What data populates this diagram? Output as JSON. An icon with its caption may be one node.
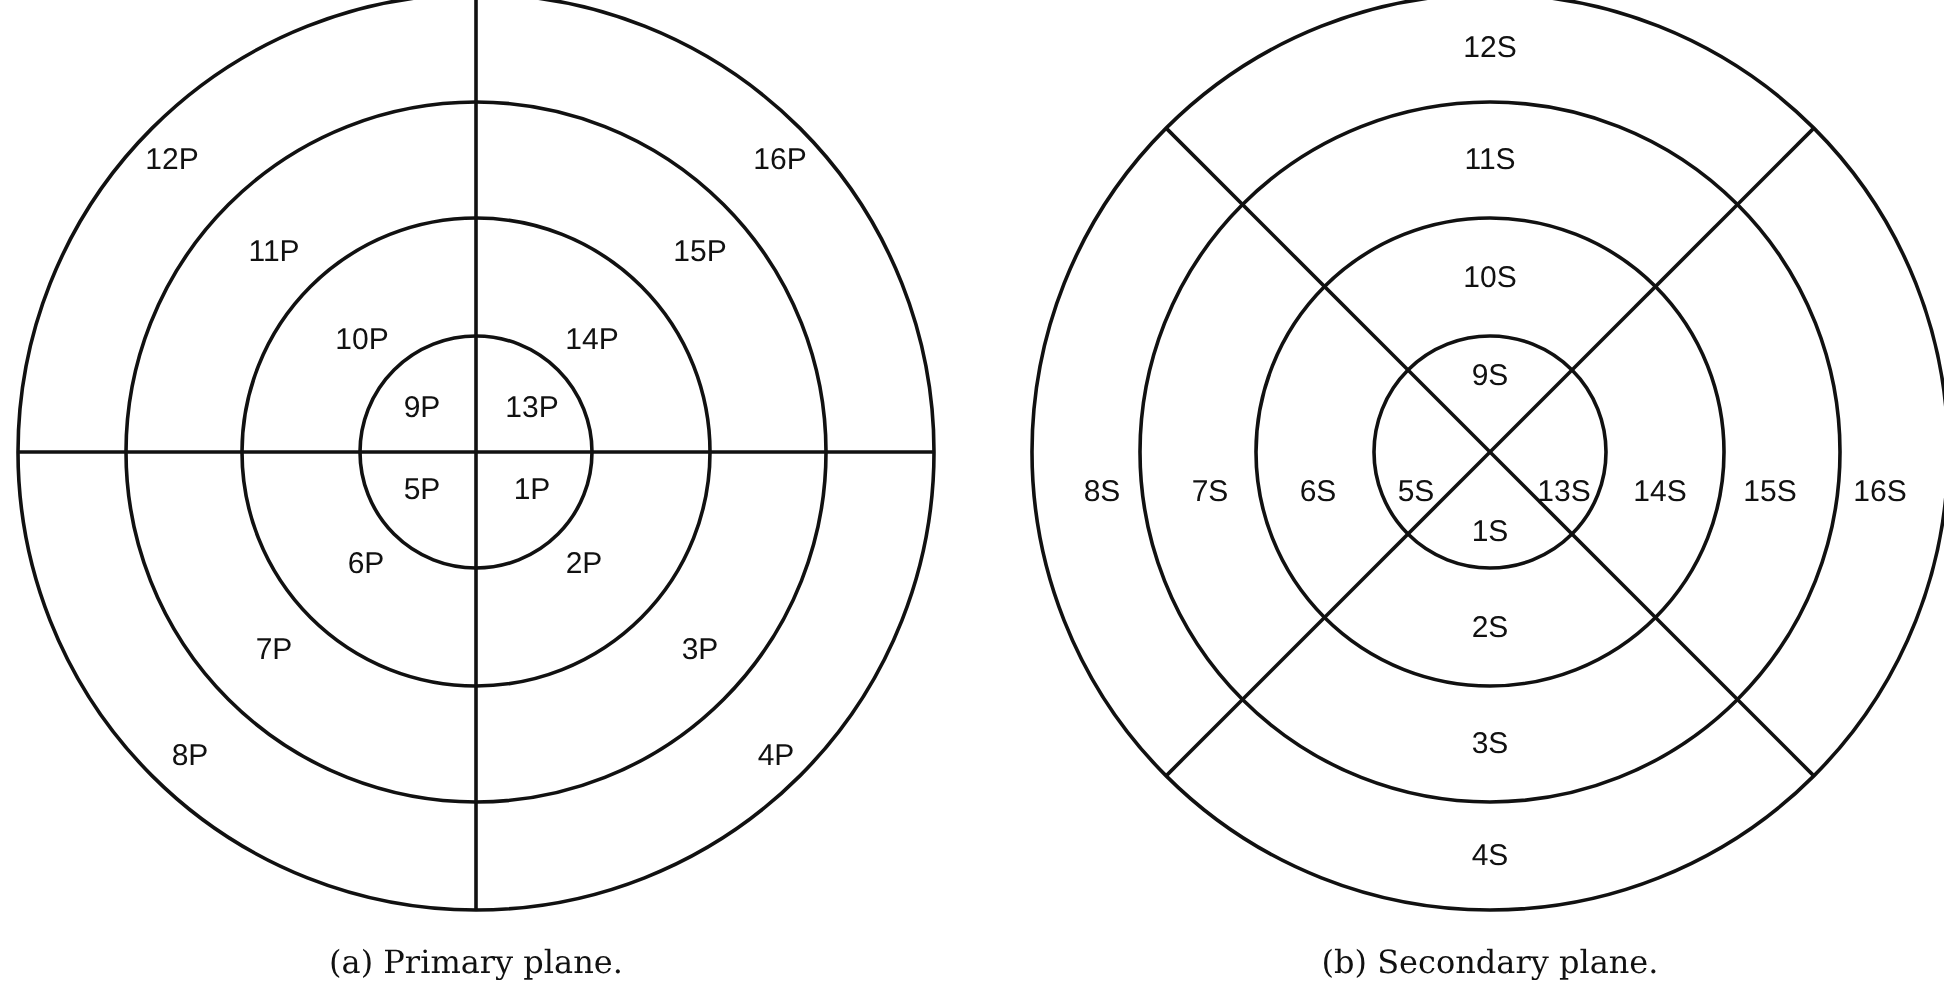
{
  "diagram": {
    "labels": [
      "12P",
      "16P",
      "11P",
      "15P",
      "10P",
      "14P",
      "9P",
      "13P",
      "5P",
      "1P",
      "6P",
      "2P",
      "7P",
      "3P",
      "8P",
      "4P",
      "12S",
      "11S",
      "10S",
      "9S",
      "8S",
      "7S",
      "6S",
      "5S",
      "13S",
      "14S",
      "15S",
      "16S",
      "1S",
      "2S",
      "3S",
      "4S",
      "(a) Primary plane.",
      "(b) Secondary plane."
    ]
  }
}
